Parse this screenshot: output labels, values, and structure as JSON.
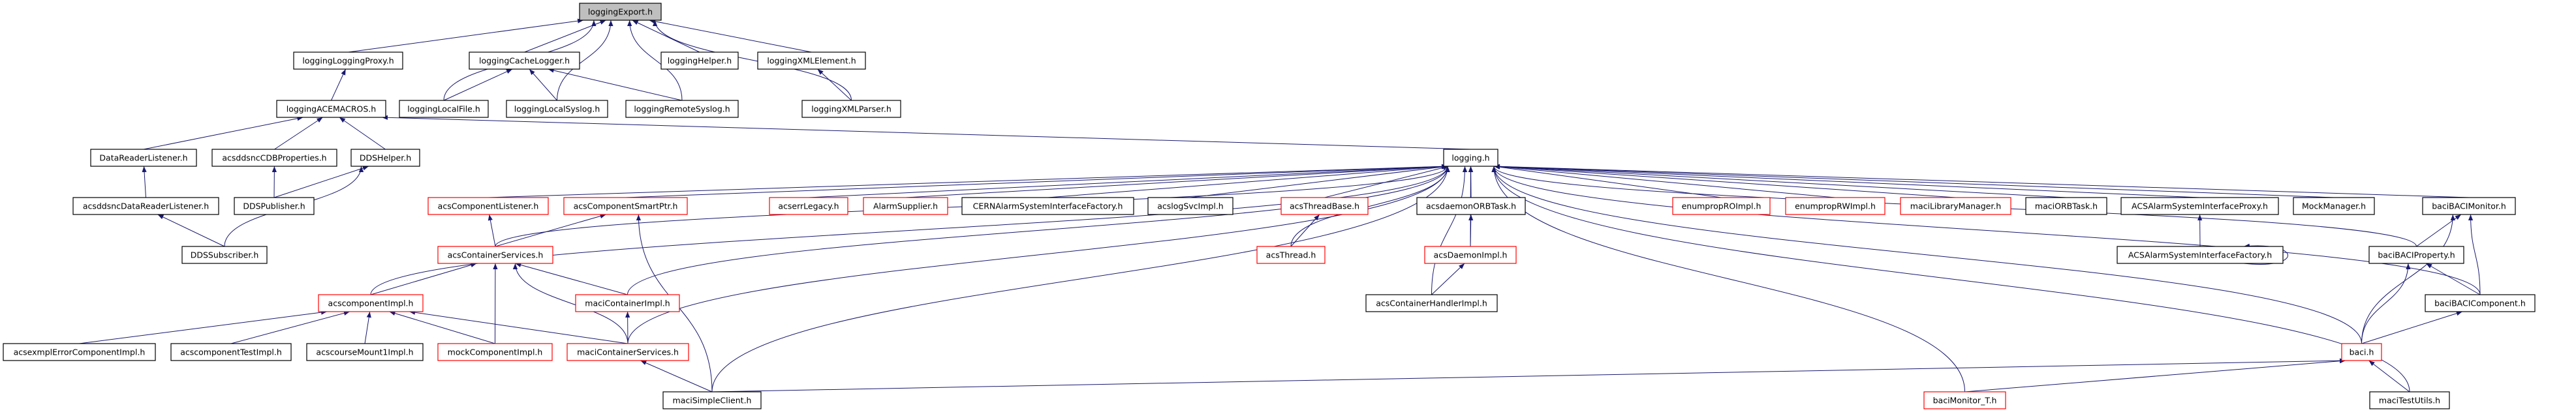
{
  "diagram": {
    "title": "loggingExport.h include dependency graph",
    "colors": {
      "edge": "#191970",
      "border_default": "#000000",
      "border_truncated": "#ff0000",
      "root_fill": "#bfbfbf",
      "node_fill": "#ffffff"
    },
    "nodes": [
      {
        "id": "loggingExport",
        "label": "loggingExport.h",
        "style": "root"
      },
      {
        "id": "loggingLoggingProxy",
        "label": "loggingLoggingProxy.h",
        "style": "normal"
      },
      {
        "id": "loggingCacheLogger",
        "label": "loggingCacheLogger.h",
        "style": "normal"
      },
      {
        "id": "loggingHelper",
        "label": "loggingHelper.h",
        "style": "normal"
      },
      {
        "id": "loggingXMLElement",
        "label": "loggingXMLElement.h",
        "style": "normal"
      },
      {
        "id": "loggingACEMACROS",
        "label": "loggingACEMACROS.h",
        "style": "normal"
      },
      {
        "id": "loggingLocalFile",
        "label": "loggingLocalFile.h",
        "style": "normal"
      },
      {
        "id": "loggingLocalSyslog",
        "label": "loggingLocalSyslog.h",
        "style": "normal"
      },
      {
        "id": "loggingRemoteSyslog",
        "label": "loggingRemoteSyslog.h",
        "style": "normal"
      },
      {
        "id": "loggingXMLParser",
        "label": "loggingXMLParser.h",
        "style": "normal"
      },
      {
        "id": "DataReaderListener",
        "label": "DataReaderListener.h",
        "style": "normal"
      },
      {
        "id": "acsddsncCDBProperties",
        "label": "acsddsncCDBProperties.h",
        "style": "normal"
      },
      {
        "id": "DDSHelper",
        "label": "DDSHelper.h",
        "style": "normal"
      },
      {
        "id": "logging",
        "label": "logging.h",
        "style": "normal"
      },
      {
        "id": "acsddsncDataReaderListener",
        "label": "acsddsncDataReaderListener.h",
        "style": "normal"
      },
      {
        "id": "DDSPublisher",
        "label": "DDSPublisher.h",
        "style": "normal"
      },
      {
        "id": "DDSSubscriber",
        "label": "DDSSubscriber.h",
        "style": "normal"
      },
      {
        "id": "acsComponentListener",
        "label": "acsComponentListener.h",
        "style": "truncated"
      },
      {
        "id": "acsComponentSmartPtr",
        "label": "acsComponentSmartPtr.h",
        "style": "truncated"
      },
      {
        "id": "acserrLegacy",
        "label": "acserrLegacy.h",
        "style": "truncated"
      },
      {
        "id": "AlarmSupplier",
        "label": "AlarmSupplier.h",
        "style": "truncated"
      },
      {
        "id": "CERNAlarmSystemInterfaceFactory",
        "label": "CERNAlarmSystemInterfaceFactory.h",
        "style": "normal"
      },
      {
        "id": "acslogSvcImpl",
        "label": "acslogSvcImpl.h",
        "style": "normal"
      },
      {
        "id": "acsThreadBase",
        "label": "acsThreadBase.h",
        "style": "truncated"
      },
      {
        "id": "acsdaemonORBTask",
        "label": "acsdaemonORBTask.h",
        "style": "normal"
      },
      {
        "id": "enumpropROImpl",
        "label": "enumpropROImpl.h",
        "style": "truncated"
      },
      {
        "id": "enumpropRWImpl",
        "label": "enumpropRWImpl.h",
        "style": "truncated"
      },
      {
        "id": "maciLibraryManager",
        "label": "maciLibraryManager.h",
        "style": "truncated"
      },
      {
        "id": "maciORBTask",
        "label": "maciORBTask.h",
        "style": "normal"
      },
      {
        "id": "ACSAlarmSystemInterfaceProxy",
        "label": "ACSAlarmSystemInterfaceProxy.h",
        "style": "normal"
      },
      {
        "id": "MockManager",
        "label": "MockManager.h",
        "style": "normal"
      },
      {
        "id": "baciBACIMonitor",
        "label": "baciBACIMonitor.h",
        "style": "normal"
      },
      {
        "id": "acsContainerServices",
        "label": "acsContainerServices.h",
        "style": "truncated"
      },
      {
        "id": "acsThread",
        "label": "acsThread.h",
        "style": "truncated"
      },
      {
        "id": "acsDaemonImpl",
        "label": "acsDaemonImpl.h",
        "style": "truncated"
      },
      {
        "id": "ACSAlarmSystemInterfaceFactory",
        "label": "ACSAlarmSystemInterfaceFactory.h",
        "style": "normal"
      },
      {
        "id": "baciBACIProperty",
        "label": "baciBACIProperty.h",
        "style": "normal"
      },
      {
        "id": "acscomponentImpl",
        "label": "acscomponentImpl.h",
        "style": "truncated"
      },
      {
        "id": "maciContainerImpl",
        "label": "maciContainerImpl.h",
        "style": "truncated"
      },
      {
        "id": "acsContainerHandlerImpl",
        "label": "acsContainerHandlerImpl.h",
        "style": "normal"
      },
      {
        "id": "baciBACIComponent",
        "label": "baciBACIComponent.h",
        "style": "normal"
      },
      {
        "id": "acsexmplErrorComponentImpl",
        "label": "acsexmplErrorComponentImpl.h",
        "style": "normal"
      },
      {
        "id": "acscomponentTestImpl",
        "label": "acscomponentTestImpl.h",
        "style": "normal"
      },
      {
        "id": "acscourseMount1Impl",
        "label": "acscourseMount1Impl.h",
        "style": "normal"
      },
      {
        "id": "mockComponentImpl",
        "label": "mockComponentImpl.h",
        "style": "truncated"
      },
      {
        "id": "maciContainerServices",
        "label": "maciContainerServices.h",
        "style": "truncated"
      },
      {
        "id": "baci",
        "label": "baci.h",
        "style": "truncated"
      },
      {
        "id": "maciSimpleClient",
        "label": "maciSimpleClient.h",
        "style": "normal"
      },
      {
        "id": "baciMonitor_T",
        "label": "baciMonitor_T.h",
        "style": "truncated"
      },
      {
        "id": "maciTestUtils",
        "label": "maciTestUtils.h",
        "style": "normal"
      }
    ],
    "edges": [
      {
        "from": "loggingLoggingProxy",
        "to": "loggingExport"
      },
      {
        "from": "loggingCacheLogger",
        "to": "loggingExport"
      },
      {
        "from": "loggingHelper",
        "to": "loggingExport"
      },
      {
        "from": "loggingXMLElement",
        "to": "loggingExport"
      },
      {
        "from": "loggingLocalFile",
        "to": "loggingExport"
      },
      {
        "from": "loggingLocalSyslog",
        "to": "loggingExport"
      },
      {
        "from": "loggingRemoteSyslog",
        "to": "loggingExport"
      },
      {
        "from": "loggingXMLParser",
        "to": "loggingExport"
      },
      {
        "from": "loggingLocalFile",
        "to": "loggingCacheLogger"
      },
      {
        "from": "loggingLocalSyslog",
        "to": "loggingCacheLogger"
      },
      {
        "from": "loggingRemoteSyslog",
        "to": "loggingCacheLogger"
      },
      {
        "from": "loggingXMLParser",
        "to": "loggingXMLElement"
      },
      {
        "from": "loggingACEMACROS",
        "to": "loggingLoggingProxy"
      },
      {
        "from": "DataReaderListener",
        "to": "loggingACEMACROS"
      },
      {
        "from": "acsddsncCDBProperties",
        "to": "loggingACEMACROS"
      },
      {
        "from": "DDSHelper",
        "to": "loggingACEMACROS"
      },
      {
        "from": "logging",
        "to": "loggingACEMACROS"
      },
      {
        "from": "acsddsncDataReaderListener",
        "to": "DataReaderListener"
      },
      {
        "from": "DDSPublisher",
        "to": "acsddsncCDBProperties"
      },
      {
        "from": "DDSPublisher",
        "to": "DDSHelper"
      },
      {
        "from": "DDSSubscriber",
        "to": "acsddsncDataReaderListener"
      },
      {
        "from": "DDSSubscriber",
        "to": "DDSHelper"
      },
      {
        "from": "acsComponentListener",
        "to": "logging"
      },
      {
        "from": "acsComponentSmartPtr",
        "to": "logging"
      },
      {
        "from": "acserrLegacy",
        "to": "logging"
      },
      {
        "from": "AlarmSupplier",
        "to": "logging"
      },
      {
        "from": "CERNAlarmSystemInterfaceFactory",
        "to": "logging"
      },
      {
        "from": "acslogSvcImpl",
        "to": "logging"
      },
      {
        "from": "acsThreadBase",
        "to": "logging"
      },
      {
        "from": "acsdaemonORBTask",
        "to": "logging"
      },
      {
        "from": "enumpropROImpl",
        "to": "logging"
      },
      {
        "from": "enumpropRWImpl",
        "to": "logging"
      },
      {
        "from": "maciLibraryManager",
        "to": "logging"
      },
      {
        "from": "maciORBTask",
        "to": "logging"
      },
      {
        "from": "ACSAlarmSystemInterfaceProxy",
        "to": "logging"
      },
      {
        "from": "MockManager",
        "to": "logging"
      },
      {
        "from": "baciBACIMonitor",
        "to": "logging"
      },
      {
        "from": "acsContainerServices",
        "to": "logging"
      },
      {
        "from": "acsThread",
        "to": "logging"
      },
      {
        "from": "acsDaemonImpl",
        "to": "logging"
      },
      {
        "from": "baciBACIProperty",
        "to": "logging"
      },
      {
        "from": "acscomponentImpl",
        "to": "logging"
      },
      {
        "from": "maciContainerImpl",
        "to": "logging"
      },
      {
        "from": "acsContainerHandlerImpl",
        "to": "logging"
      },
      {
        "from": "baciBACIComponent",
        "to": "logging"
      },
      {
        "from": "maciContainerServices",
        "to": "logging"
      },
      {
        "from": "baci",
        "to": "logging"
      },
      {
        "from": "maciSimpleClient",
        "to": "logging"
      },
      {
        "from": "baciMonitor_T",
        "to": "logging"
      },
      {
        "from": "maciTestUtils",
        "to": "logging"
      },
      {
        "from": "acsContainerServices",
        "to": "acsComponentListener"
      },
      {
        "from": "acsContainerServices",
        "to": "acsComponentSmartPtr"
      },
      {
        "from": "maciSimpleClient",
        "to": "acsComponentSmartPtr"
      },
      {
        "from": "acsThread",
        "to": "acsThreadBase"
      },
      {
        "from": "acsDaemonImpl",
        "to": "acsdaemonORBTask"
      },
      {
        "from": "acsContainerHandlerImpl",
        "to": "acsDaemonImpl"
      },
      {
        "from": "ACSAlarmSystemInterfaceFactory",
        "to": "ACSAlarmSystemInterfaceProxy"
      },
      {
        "from": "ACSAlarmSystemInterfaceFactory",
        "to": "ACSAlarmSystemInterfaceFactory"
      },
      {
        "from": "baciBACIProperty",
        "to": "baciBACIMonitor"
      },
      {
        "from": "baciBACIComponent",
        "to": "baciBACIMonitor"
      },
      {
        "from": "baci",
        "to": "baciBACIMonitor"
      },
      {
        "from": "baciBACIComponent",
        "to": "baciBACIProperty"
      },
      {
        "from": "baci",
        "to": "baciBACIProperty"
      },
      {
        "from": "baci",
        "to": "baciBACIComponent"
      },
      {
        "from": "acscomponentImpl",
        "to": "acsContainerServices"
      },
      {
        "from": "mockComponentImpl",
        "to": "acsContainerServices"
      },
      {
        "from": "maciContainerServices",
        "to": "acsContainerServices"
      },
      {
        "from": "maciContainerImpl",
        "to": "acsContainerServices"
      },
      {
        "from": "acsexmplErrorComponentImpl",
        "to": "acscomponentImpl"
      },
      {
        "from": "acscomponentTestImpl",
        "to": "acscomponentImpl"
      },
      {
        "from": "acscourseMount1Impl",
        "to": "acscomponentImpl"
      },
      {
        "from": "mockComponentImpl",
        "to": "acscomponentImpl"
      },
      {
        "from": "maciContainerServices",
        "to": "acscomponentImpl"
      },
      {
        "from": "maciContainerServices",
        "to": "maciContainerImpl"
      },
      {
        "from": "maciSimpleClient",
        "to": "maciContainerServices"
      },
      {
        "from": "maciSimpleClient",
        "to": "baci"
      },
      {
        "from": "baciMonitor_T",
        "to": "baci"
      },
      {
        "from": "maciTestUtils",
        "to": "baci"
      }
    ]
  }
}
